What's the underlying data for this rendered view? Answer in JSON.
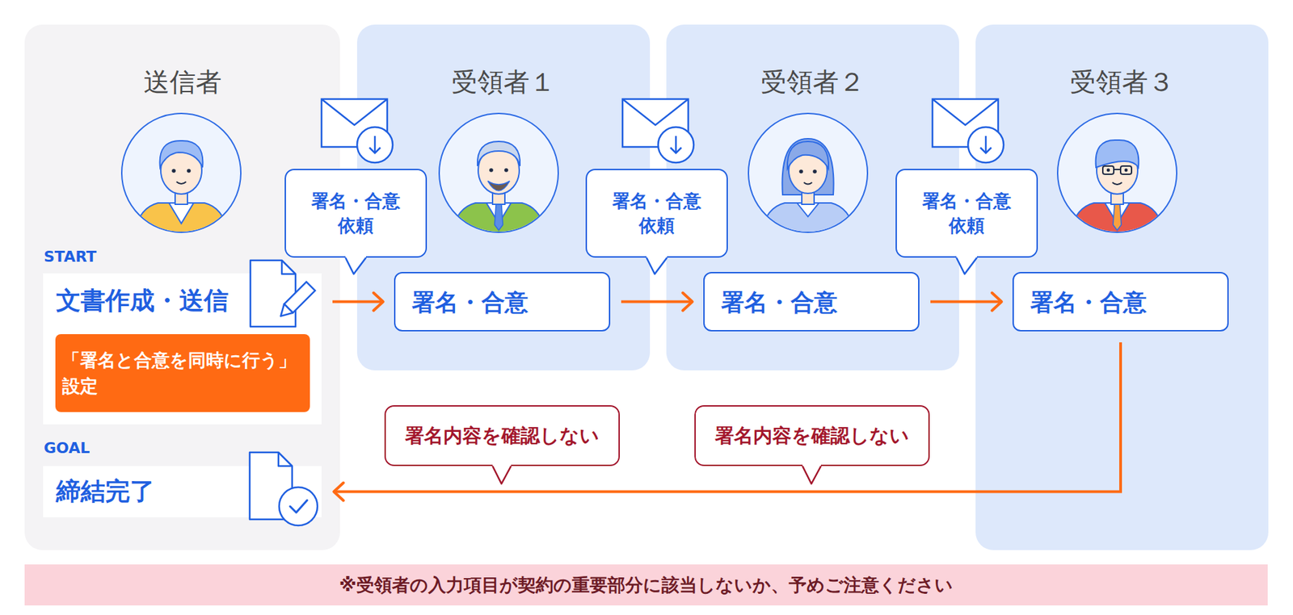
{
  "diagram": {
    "nodes": [
      {
        "text": [
          "送信者"
        ]
      },
      {
        "text": [
          "START",
          "文書作成・送信"
        ],
        "in": 0
      },
      {
        "text": [
          "「署名と合意を同時に行う」 設定"
        ],
        "in": 1
      },
      {
        "text": [
          "GOAL",
          "締結完了"
        ],
        "in": 0
      },
      {
        "text": [
          "受領者１"
        ]
      },
      {
        "text": [
          "署名・合意 依頼"
        ]
      },
      {
        "text": [
          "署名・合意"
        ],
        "in": 4
      },
      {
        "text": [
          "受領者２"
        ]
      },
      {
        "text": [
          "署名・合意 依頼"
        ]
      },
      {
        "text": [
          "署名・合意"
        ],
        "in": 7
      },
      {
        "text": [
          "受領者３"
        ]
      },
      {
        "text": [
          "署名・合意 依頼"
        ]
      },
      {
        "text": [
          "署名・合意"
        ],
        "in": 10
      },
      {
        "text": [
          "署名内容を確認しない"
        ]
      },
      {
        "text": [
          "署名内容を確認しない"
        ]
      },
      {
        "text": [
          "※受領者の入力項目が契約の重要部分に該当しないか、予めご注意ください"
        ]
      }
    ],
    "edges": [
      {
        "from": 1,
        "to": 6,
        "arrow": "to"
      },
      {
        "from": 6,
        "to": 9,
        "arrow": "to"
      },
      {
        "from": 9,
        "to": 12,
        "arrow": "to"
      },
      {
        "from": 12,
        "to": 3,
        "arrow": "to"
      }
    ]
  }
}
